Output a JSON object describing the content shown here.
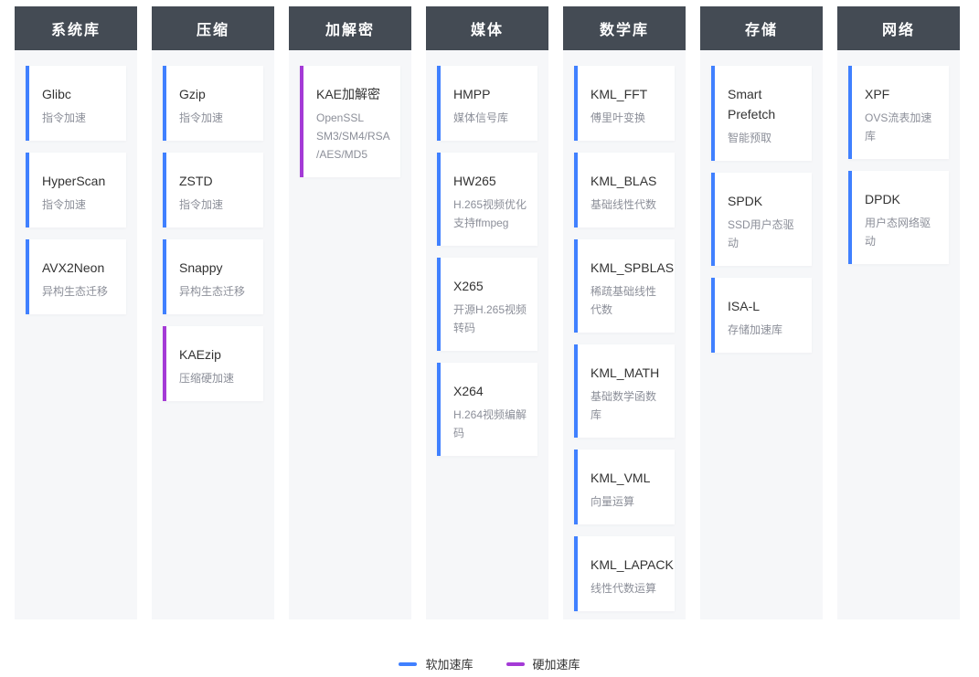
{
  "colors": {
    "header_bg": "#444b54",
    "header_text": "#ffffff",
    "column_bg": "#f6f7f9",
    "card_bg": "#ffffff",
    "software_accent": "#4080ff",
    "hardware_accent": "#a43ad6",
    "title_text": "#333333",
    "desc_text": "#8c8f99"
  },
  "legend": {
    "software_label": "软加速库",
    "hardware_label": "硬加速库"
  },
  "columns": [
    {
      "title": "系统库",
      "cards": [
        {
          "name": "Glibc",
          "desc": "指令加速",
          "type": "software"
        },
        {
          "name": "HyperScan",
          "desc": "指令加速",
          "type": "software"
        },
        {
          "name": "AVX2Neon",
          "desc": "异构生态迁移",
          "type": "software"
        }
      ]
    },
    {
      "title": "压缩",
      "cards": [
        {
          "name": "Gzip",
          "desc": "指令加速",
          "type": "software"
        },
        {
          "name": "ZSTD",
          "desc": "指令加速",
          "type": "software"
        },
        {
          "name": "Snappy",
          "desc": "异构生态迁移",
          "type": "software"
        },
        {
          "name": "KAEzip",
          "desc": "压缩硬加速",
          "type": "hardware"
        }
      ]
    },
    {
      "title": "加解密",
      "cards": [
        {
          "name": "KAE加解密",
          "desc": "OpenSSL\nSM3/SM4/RSA\n/AES/MD5",
          "type": "hardware"
        }
      ]
    },
    {
      "title": "媒体",
      "cards": [
        {
          "name": "HMPP",
          "desc": "媒体信号库",
          "type": "software"
        },
        {
          "name": "HW265",
          "desc": "H.265视频优化\n支持ffmpeg",
          "type": "software"
        },
        {
          "name": "X265",
          "desc": "开源H.265视频\n转码",
          "type": "software"
        },
        {
          "name": "X264",
          "desc": "H.264视频编解\n码",
          "type": "software"
        }
      ]
    },
    {
      "title": "数学库",
      "cards": [
        {
          "name": "KML_FFT",
          "desc": "傅里叶变换",
          "type": "software"
        },
        {
          "name": "KML_BLAS",
          "desc": "基础线性代数",
          "type": "software"
        },
        {
          "name": "KML_SPBLAS",
          "desc": "稀疏基础线性\n代数",
          "type": "software"
        },
        {
          "name": "KML_MATH",
          "desc": "基础数学函数\n库",
          "type": "software"
        },
        {
          "name": "KML_VML",
          "desc": "向量运算",
          "type": "software"
        },
        {
          "name": "KML_LAPACK",
          "desc": "线性代数运算",
          "type": "software"
        }
      ]
    },
    {
      "title": "存储",
      "cards": [
        {
          "name": "Smart\nPrefetch",
          "desc": "智能预取",
          "type": "software"
        },
        {
          "name": "SPDK",
          "desc": "SSD用户态驱\n动",
          "type": "software"
        },
        {
          "name": "ISA-L",
          "desc": "存储加速库",
          "type": "software"
        }
      ]
    },
    {
      "title": "网络",
      "cards": [
        {
          "name": "XPF",
          "desc": "OVS流表加速\n库",
          "type": "software"
        },
        {
          "name": "DPDK",
          "desc": "用户态网络驱\n动",
          "type": "software"
        }
      ]
    }
  ]
}
